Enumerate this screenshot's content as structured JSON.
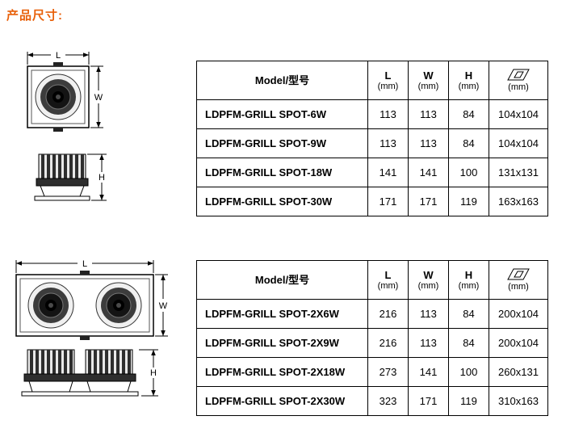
{
  "title": "产品尺寸:",
  "colors": {
    "title_accent": "#e8600a"
  },
  "dim_labels": {
    "L": "L",
    "W": "W",
    "H": "H"
  },
  "tables": [
    {
      "headers": {
        "model": "Model/型号",
        "l": "L",
        "w": "W",
        "h": "H",
        "unit": "(mm)"
      },
      "rows": [
        {
          "model": "LDPFM-GRILL SPOT-6W",
          "l": "113",
          "w": "113",
          "h": "84",
          "cutout": "104x104"
        },
        {
          "model": "LDPFM-GRILL SPOT-9W",
          "l": "113",
          "w": "113",
          "h": "84",
          "cutout": "104x104"
        },
        {
          "model": "LDPFM-GRILL SPOT-18W",
          "l": "141",
          "w": "141",
          "h": "100",
          "cutout": "131x131"
        },
        {
          "model": "LDPFM-GRILL SPOT-30W",
          "l": "171",
          "w": "171",
          "h": "119",
          "cutout": "163x163"
        }
      ]
    },
    {
      "headers": {
        "model": "Model/型号",
        "l": "L",
        "w": "W",
        "h": "H",
        "unit": "(mm)"
      },
      "rows": [
        {
          "model": "LDPFM-GRILL SPOT-2X6W",
          "l": "216",
          "w": "113",
          "h": "84",
          "cutout": "200x104"
        },
        {
          "model": "LDPFM-GRILL SPOT-2X9W",
          "l": "216",
          "w": "113",
          "h": "84",
          "cutout": "200x104"
        },
        {
          "model": "LDPFM-GRILL SPOT-2X18W",
          "l": "273",
          "w": "141",
          "h": "100",
          "cutout": "260x131"
        },
        {
          "model": "LDPFM-GRILL SPOT-2X30W",
          "l": "323",
          "w": "171",
          "h": "119",
          "cutout": "310x163"
        }
      ]
    }
  ]
}
